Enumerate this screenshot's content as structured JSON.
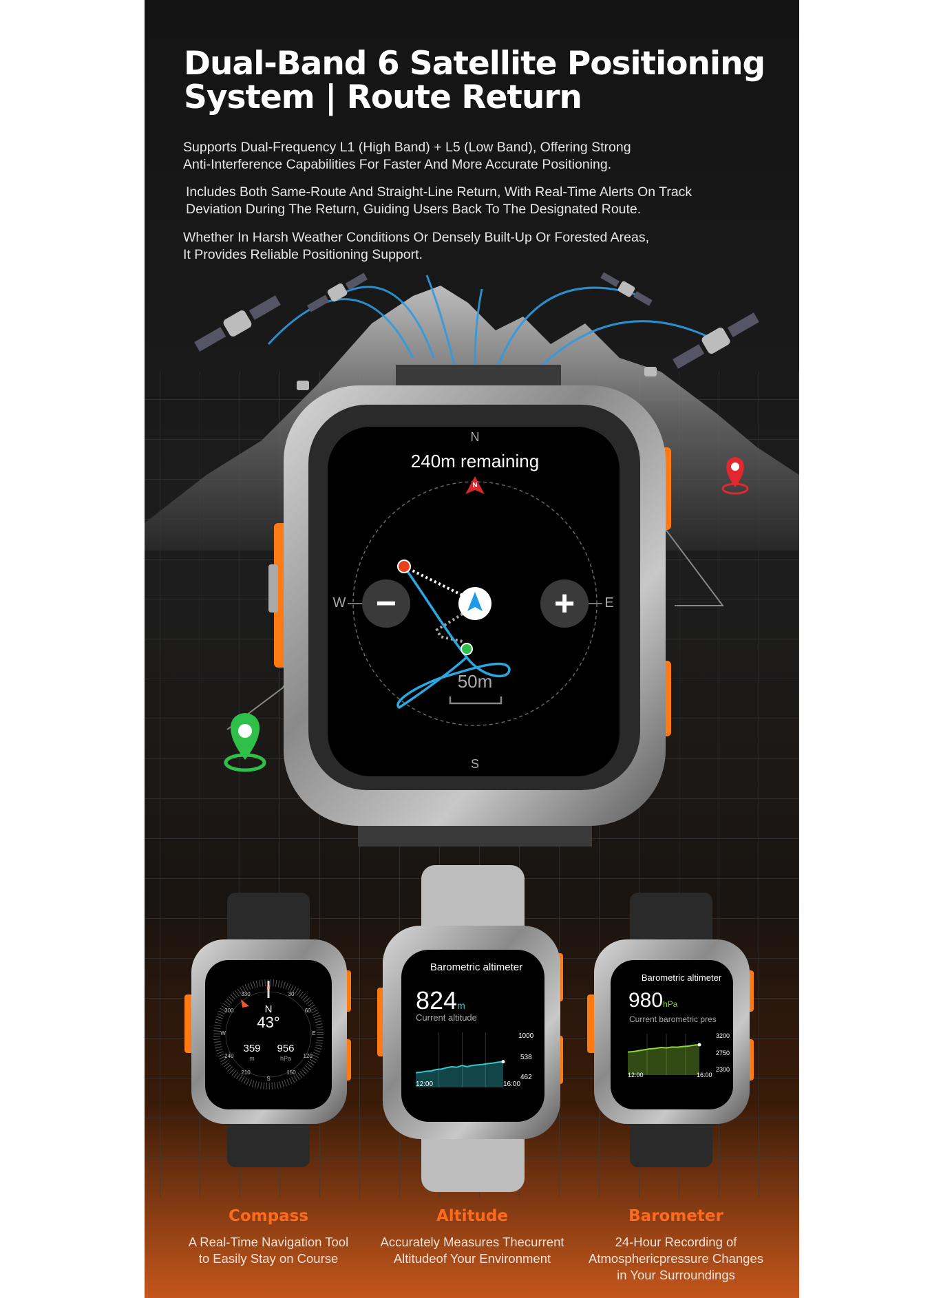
{
  "header": {
    "title_line1": "Dual-Band 6 Satellite Positioning",
    "title_line2": "System | Route Return",
    "paragraphs": [
      [
        "Supports Dual-Frequency L1 (High Band) + L5 (Low Band), Offering Strong",
        "Anti-Interference Capabilities For Faster And More Accurate Positioning."
      ],
      [
        "Includes Both Same-Route And Straight-Line Return, With Real-Time Alerts On Track",
        "Deviation During The Return, Guiding Users Back To The Designated Route."
      ],
      [
        "Whether In Harsh Weather Conditions Or Densely Built-Up Or Forested Areas,",
        "It Provides Reliable Positioning Support."
      ]
    ]
  },
  "main_watch": {
    "remaining": "240m remaining",
    "compass": {
      "n": "N",
      "s": "S",
      "e": "E",
      "w": "W",
      "north_marker": "N"
    },
    "zoom_out": "−",
    "zoom_in": "+",
    "scale": "50m"
  },
  "compass_watch": {
    "heading_dir": "N",
    "heading_deg": "43°",
    "ticks": [
      "30",
      "60",
      "E",
      "120",
      "150",
      "S",
      "210",
      "240",
      "W",
      "300",
      "330",
      "N"
    ],
    "altitude": "359",
    "altitude_unit": "m",
    "pressure": "956",
    "pressure_unit": "hPa"
  },
  "altitude_watch": {
    "title": "Barometric altimeter",
    "value": "824",
    "unit": "m",
    "label": "Current altitude",
    "y_labels": [
      "1000",
      "538",
      "462"
    ],
    "x_labels": [
      "12:00",
      "16:00"
    ],
    "series": [
      560,
      565,
      575,
      580,
      595,
      600,
      615,
      625,
      620,
      640,
      625,
      640,
      645,
      650,
      660,
      665,
      675,
      680
    ],
    "color": "#34c6cf"
  },
  "barometer_watch": {
    "title": "Barometric altimeter",
    "value": "980",
    "unit": "hPa",
    "label": "Current barometric pres",
    "y_labels": [
      "3200",
      "2750",
      "2300"
    ],
    "x_labels": [
      "12:00",
      "16:00"
    ],
    "series": [
      2800,
      2810,
      2830,
      2850,
      2870,
      2880,
      2900,
      2890,
      2910,
      2905,
      2920,
      2930,
      2950,
      2960
    ],
    "color": "#8fd63a"
  },
  "captions": [
    {
      "title": "Compass",
      "lines": [
        "A Real-Time Navigation Tool",
        "to Easily Stay on Course"
      ]
    },
    {
      "title": "Altitude",
      "lines": [
        "Accurately Measures Thecurrent",
        "Altitudeof Your Environment"
      ]
    },
    {
      "title": "Barometer",
      "lines": [
        "24-Hour Recording of",
        "Atmosphericpressure Changes",
        "in Your Surroundings"
      ]
    }
  ],
  "colors": {
    "accent": "#ff6a1f",
    "route": "#2aa8e0",
    "start_pin": "#e8401c",
    "end_pin": "#2fc04a"
  }
}
